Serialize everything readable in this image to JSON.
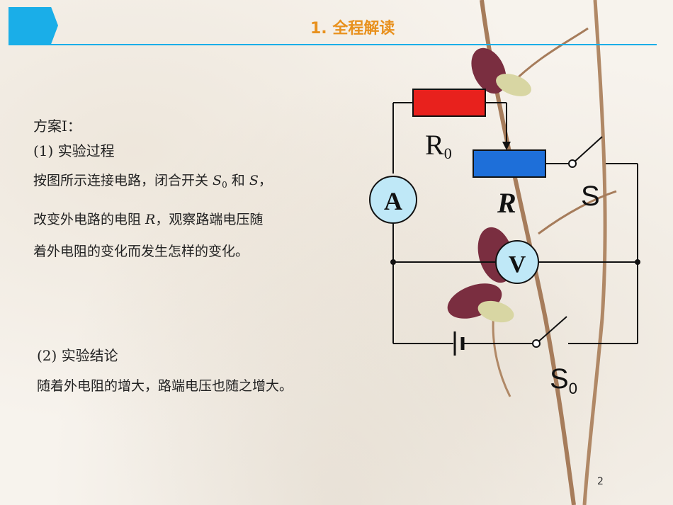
{
  "header": {
    "title": "1. 全程解读"
  },
  "scheme": {
    "label": "方案Ⅰ：",
    "step1_title": "(1) 实验过程",
    "step1_lines": {
      "a_pre": "按图所示连接电路，闭合开关 ",
      "a_s0": "S",
      "a_s0_sub": "0",
      "a_mid": " 和 ",
      "a_s": "S",
      "a_post": "，",
      "b_pre": "改变外电路的电阻 ",
      "b_r": "R",
      "b_post": "，观察路端电压随",
      "c": "着外电阻的变化而发生怎样的变化。"
    },
    "step2_title": "(2) 实验结论",
    "step2_text": "随着外电阻的增大，路端电压也随之增大。"
  },
  "circuit": {
    "r0_label": "R",
    "r0_sub": "0",
    "r_label": "R",
    "s_label": "S",
    "s0_label": "S",
    "s0_sub": "0",
    "ammeter": "A",
    "voltmeter": "V",
    "colors": {
      "r0_fill": "#e8211d",
      "r_fill": "#1e6fd9",
      "meter_fill": "#bfe8f7",
      "wire": "#111111"
    }
  },
  "page_number": "2"
}
